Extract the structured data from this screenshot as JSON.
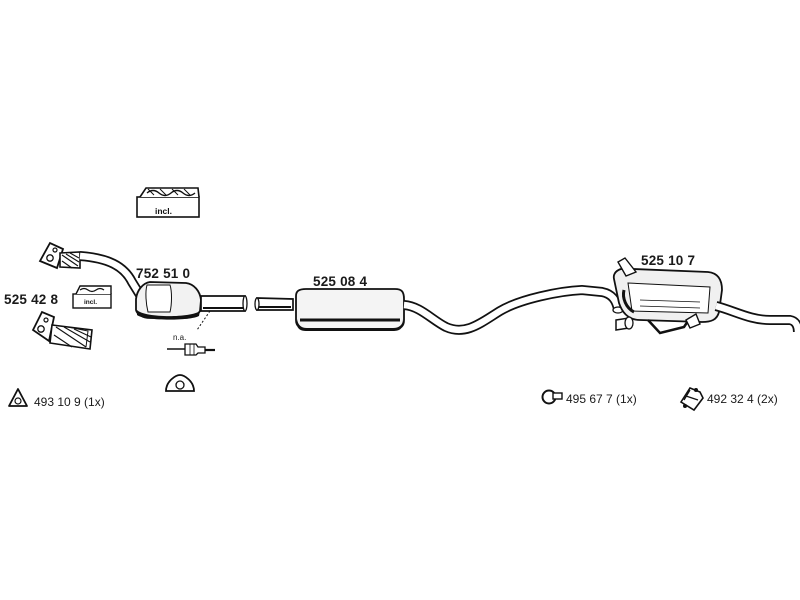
{
  "parts": {
    "flange_set": "525 42 8",
    "catalytic_converter": "752 51 0",
    "middle_silencer": "525 08 4",
    "rear_silencer": "525 10 7"
  },
  "notes": {
    "incl_large": "incl.",
    "incl_small": "incl.",
    "sensor": "n.a."
  },
  "hardware": [
    {
      "icon": "triangle-gasket-icon",
      "text": "493 10 9 (1x)"
    },
    {
      "icon": "clamp-ring-icon",
      "text": "495 67 7 (1x)"
    },
    {
      "icon": "rubber-mount-icon",
      "text": "492 32 4 (2x)"
    }
  ]
}
